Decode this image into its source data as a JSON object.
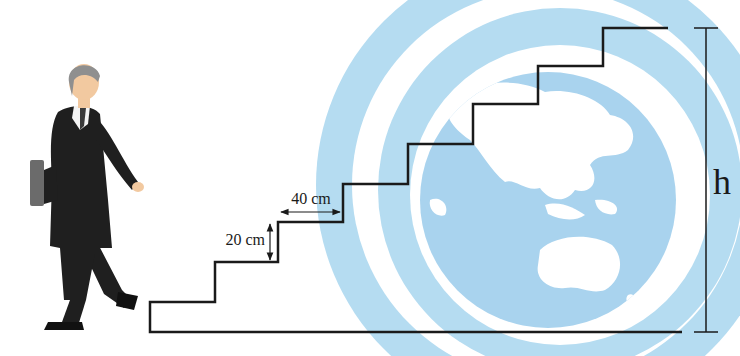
{
  "diagram": {
    "labels": [
      "40 cm",
      "20 cm",
      "h"
    ]
  }
}
